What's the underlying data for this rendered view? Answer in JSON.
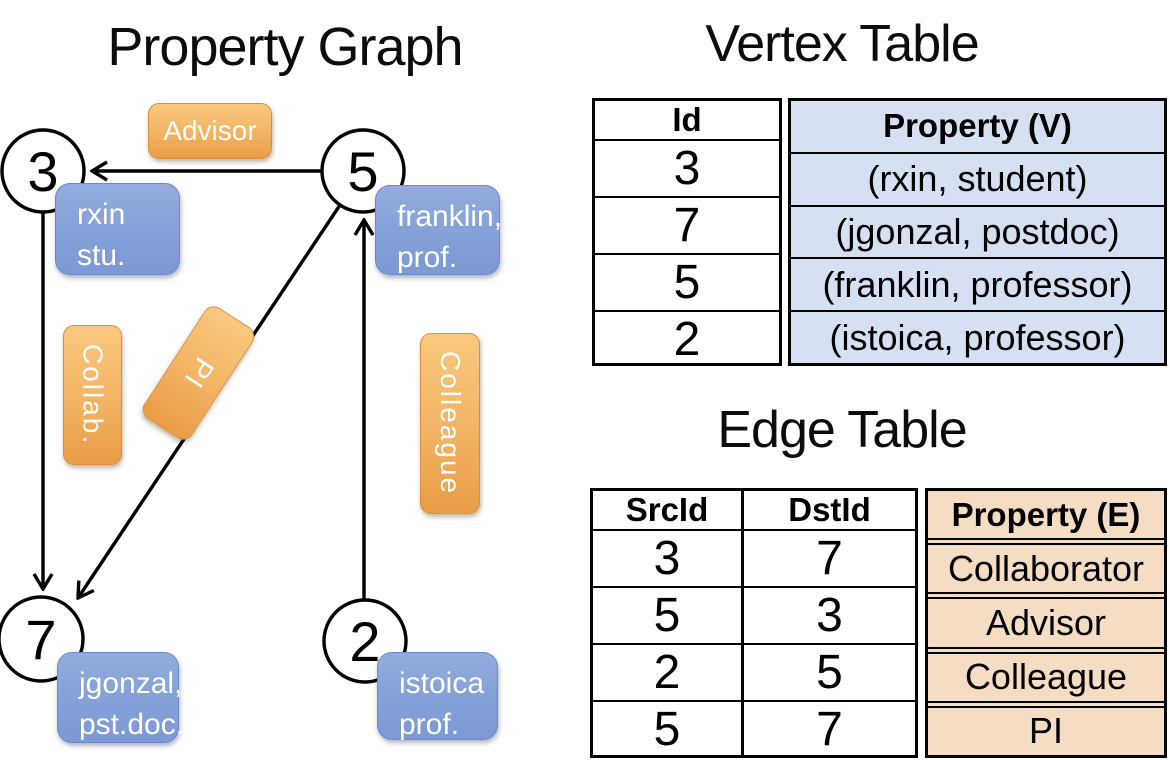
{
  "graph": {
    "title": "Property Graph",
    "nodes": {
      "n3": {
        "id": "3",
        "prop_line1": "rxin",
        "prop_line2": "stu."
      },
      "n5": {
        "id": "5",
        "prop_line1": "franklin,",
        "prop_line2": "prof."
      },
      "n7": {
        "id": "7",
        "prop_line1": "jgonzal,",
        "prop_line2": "pst.doc."
      },
      "n2": {
        "id": "2",
        "prop_line1": "istoica",
        "prop_line2": "prof."
      }
    },
    "edge_labels": {
      "advisor": "Advisor",
      "collab": "Collab.",
      "pi": "PI",
      "colleague": "Colleague"
    }
  },
  "vertex_table": {
    "title": "Vertex Table",
    "headers": {
      "id": "Id",
      "property": "Property (V)"
    },
    "rows": [
      {
        "id": "3",
        "property": "(rxin, student)"
      },
      {
        "id": "7",
        "property": "(jgonzal, postdoc)"
      },
      {
        "id": "5",
        "property": "(franklin, professor)"
      },
      {
        "id": "2",
        "property": "(istoica, professor)"
      }
    ]
  },
  "edge_table": {
    "title": "Edge Table",
    "headers": {
      "src": "SrcId",
      "dst": "DstId",
      "property": "Property (E)"
    },
    "rows": [
      {
        "src": "3",
        "dst": "7",
        "property": "Collaborator"
      },
      {
        "src": "5",
        "dst": "3",
        "property": "Advisor"
      },
      {
        "src": "2",
        "dst": "5",
        "property": "Colleague"
      },
      {
        "src": "5",
        "dst": "7",
        "property": "PI"
      }
    ]
  },
  "colors": {
    "edge_label_orange_top": "#f8c87e",
    "edge_label_orange_bottom": "#e99c45",
    "vertex_box_blue_top": "#93acde",
    "vertex_box_blue_bottom": "#7c99d5",
    "vertex_table_fill": "#d5e0f3",
    "edge_table_fill": "#f4ddc2",
    "line_black": "#000000"
  }
}
